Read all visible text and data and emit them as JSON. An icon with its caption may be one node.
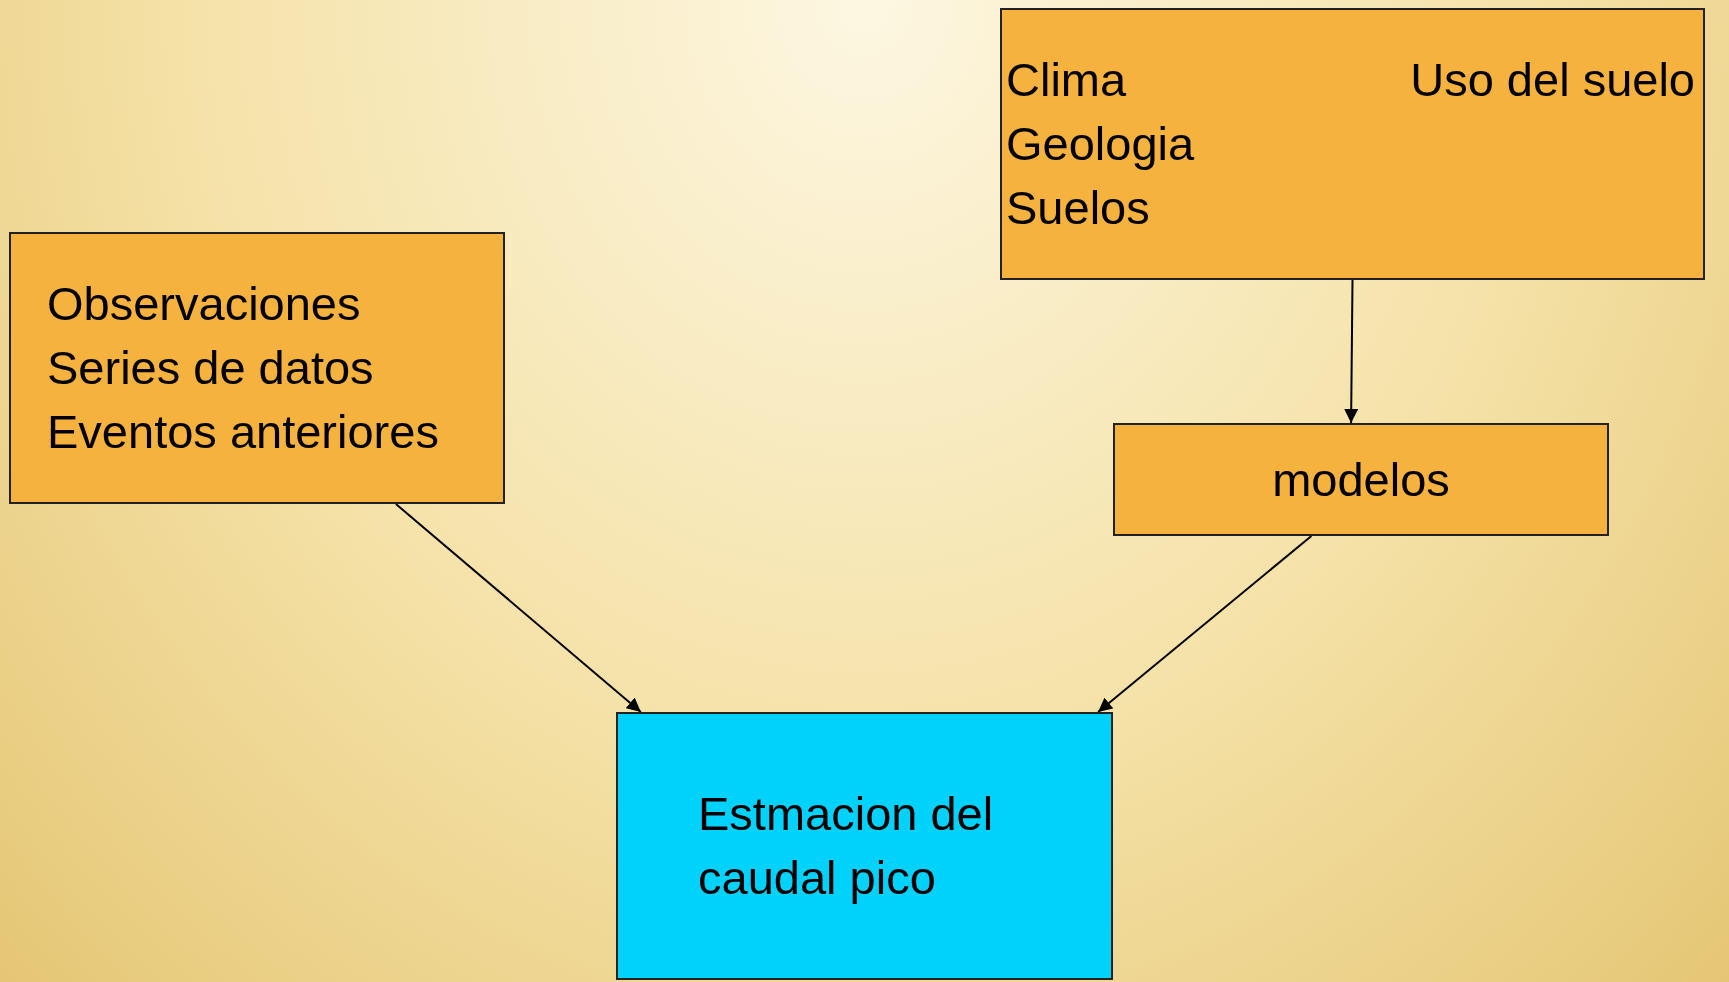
{
  "diagram": {
    "nodes": [
      {
        "text": [
          "Clima",
          "Uso del suelo",
          "Geologia",
          "Suelos"
        ]
      },
      {
        "text": [
          "Observaciones",
          "Series de datos",
          "Eventos anteriores"
        ]
      },
      {
        "text": [
          "modelos"
        ]
      },
      {
        "text": [
          "Estmacion del caudal pico"
        ]
      }
    ],
    "edges": [
      {
        "from": 0,
        "to": 2,
        "arrow": "to"
      },
      {
        "from": 1,
        "to": 3,
        "arrow": "to"
      },
      {
        "from": 2,
        "to": 3,
        "arrow": "to"
      }
    ]
  }
}
